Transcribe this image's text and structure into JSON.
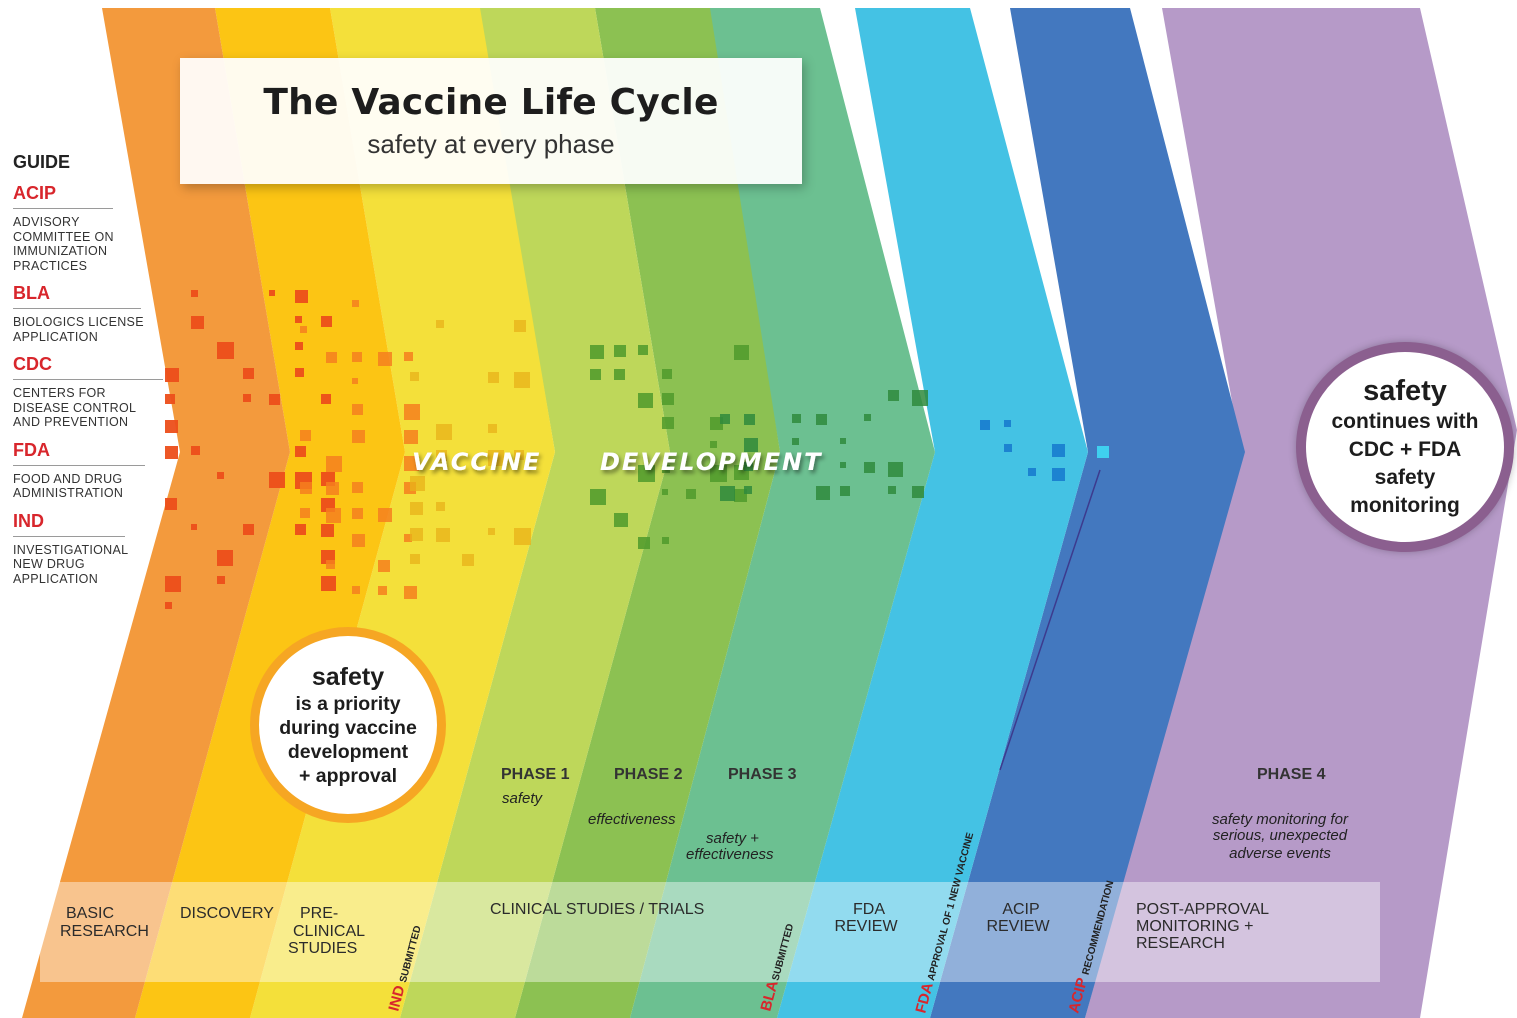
{
  "title": "The Vaccine Life Cycle",
  "subtitle": "safety at every phase",
  "guide": {
    "heading": "GUIDE",
    "items": [
      {
        "abbr": "ACIP",
        "desc": "ADVISORY\nCOMMITTEE ON\nIMMUNIZATION\nPRACTICES"
      },
      {
        "abbr": "BLA",
        "desc": "BIOLOGICS LICENSE\nAPPLICATION"
      },
      {
        "abbr": "CDC",
        "desc": "CENTERS FOR\nDISEASE CONTROL\nAND PREVENTION"
      },
      {
        "abbr": "FDA",
        "desc": "FOOD AND DRUG\nADMINISTRATION"
      },
      {
        "abbr": "IND",
        "desc": "INVESTIGATIONAL\nNEW DRUG\nAPPLICATION"
      }
    ]
  },
  "banner_words": [
    "VACCINE",
    "DEVELOPMENT"
  ],
  "callout_left": {
    "big": "safety",
    "lines": [
      "is a priority",
      "during vaccine",
      "development",
      "+ approval"
    ]
  },
  "callout_right": {
    "big": "safety",
    "lines": [
      "continues with",
      "CDC + FDA",
      "safety",
      "monitoring"
    ]
  },
  "phases": [
    {
      "label": "PHASE 1",
      "note": "safety"
    },
    {
      "label": "PHASE 2",
      "note": "effectiveness"
    },
    {
      "label": "PHASE 3",
      "note_lines": [
        "safety +",
        "effectiveness"
      ]
    },
    {
      "label": "PHASE 4",
      "note_lines": [
        "safety monitoring for",
        "serious, unexpected",
        "adverse events"
      ]
    }
  ],
  "stages": {
    "basic_research": [
      "BASIC",
      "RESEARCH"
    ],
    "discovery": [
      "DISCOVERY"
    ],
    "preclinical": [
      "PRE-",
      "CLINICAL",
      "STUDIES"
    ],
    "clinical": [
      "CLINICAL STUDIES / TRIALS"
    ],
    "fda_review": [
      "FDA",
      "REVIEW"
    ],
    "acip_review": [
      "ACIP",
      "REVIEW"
    ],
    "post_approval": [
      "POST-APPROVAL",
      "MONITORING +",
      "RESEARCH"
    ]
  },
  "milestones": {
    "ind": {
      "abbr": "IND",
      "rest": "SUBMITTED"
    },
    "bla": {
      "abbr": "BLA",
      "rest": "SUBMITTED"
    },
    "fda": {
      "abbr": "FDA",
      "rest": "APPROVAL OF 1 NEW VACCINE"
    },
    "acip": {
      "abbr": "ACIP",
      "rest": "RECOMMENDATION"
    }
  },
  "colors": {
    "orange": "#f39a3d",
    "amber": "#fcc514",
    "yellow": "#f4e03a",
    "lime": "#bed75a",
    "green": "#8cc152",
    "teal": "#6cc091",
    "cyan": "#44c2e4",
    "blue": "#4378bf",
    "purple": "#b69ac8",
    "accent_red": "#d8262c",
    "callout_left_ring": "#f6a623",
    "callout_right_ring": "#8b5f8f"
  }
}
